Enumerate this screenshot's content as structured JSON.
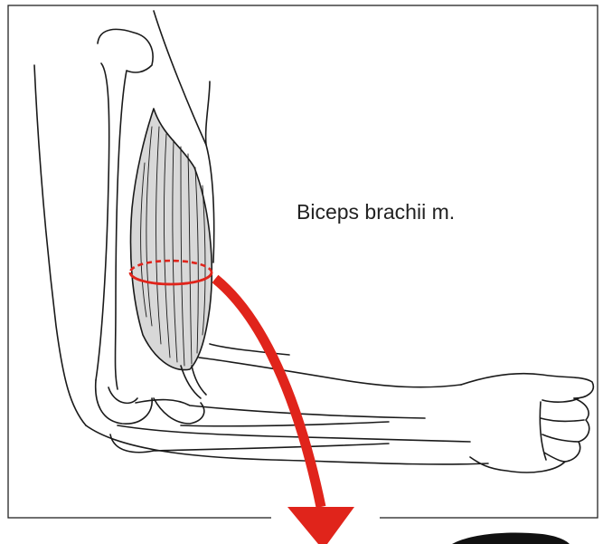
{
  "figure": {
    "muscle_label": "Biceps brachii m.",
    "colors": {
      "outline": "#1a1a1a",
      "muscle_fill": "#d8d8d8",
      "cross_section": "#e0241b",
      "arrow": "#e0241b",
      "frame": "#222222"
    },
    "icons": [
      "arm-illustration",
      "cross-section-ring",
      "arrow-down-icon"
    ]
  }
}
